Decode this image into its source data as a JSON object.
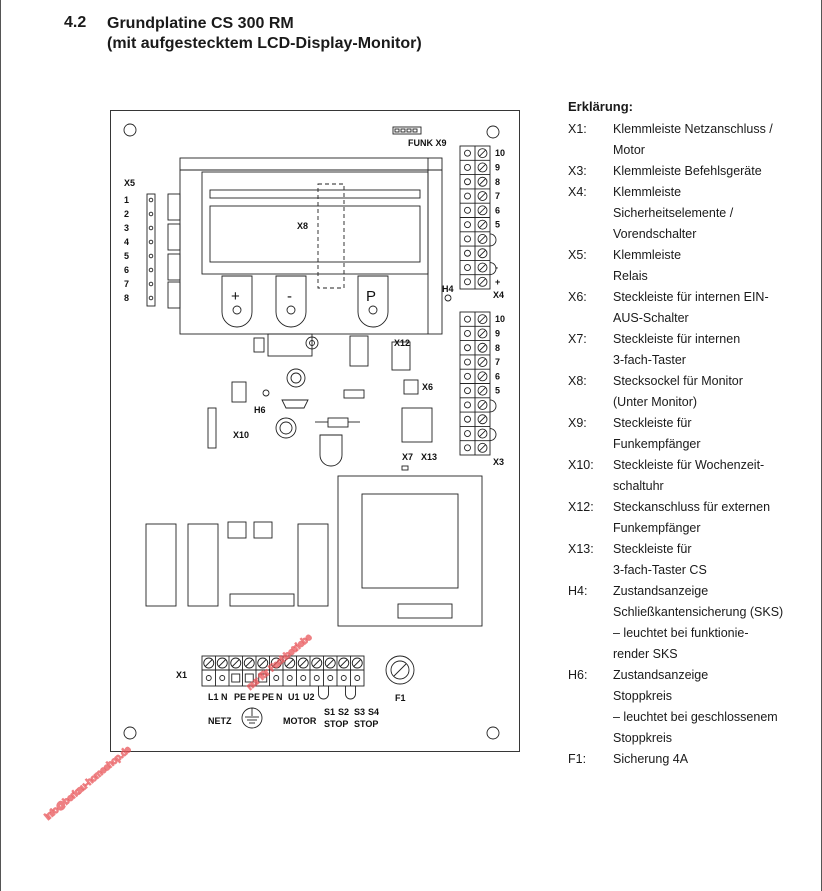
{
  "section": {
    "number": "4.2",
    "title_line1": "Grundplatine CS 300 RM",
    "title_line2": "(mit aufgestecktem LCD-Display-Monitor)"
  },
  "board": {
    "labels": {
      "x1": "X1",
      "x3": "X3",
      "x4": "X4",
      "x5": "X5",
      "x6": "X6",
      "x7": "X7",
      "x8": "X8",
      "x9": "FUNK X9",
      "x10": "X10",
      "x12": "X12",
      "x13": "X13",
      "h4": "H4",
      "h6": "H6",
      "f1": "F1",
      "netz": "NETZ",
      "motor": "MOTOR",
      "stop_s1s2": "STOP",
      "stop_s3s4": "STOP"
    },
    "buttons": {
      "plus": "+",
      "minus": "-",
      "p": "P"
    },
    "x5_pins": [
      "1",
      "2",
      "3",
      "4",
      "5",
      "6",
      "7",
      "8"
    ],
    "x4_pins": [
      "10",
      "9",
      "8",
      "7",
      "6",
      "5",
      "",
      "",
      "-",
      "+"
    ],
    "x3_pins": [
      "10",
      "9",
      "8",
      "7",
      "6",
      "5",
      "",
      "",
      "",
      ""
    ],
    "x1_terminals": [
      "L1",
      "N",
      "PE",
      "PE",
      "PE",
      "N",
      "U1",
      "U2"
    ],
    "stop_terminals": [
      "S1",
      "S2",
      "S3",
      "S4"
    ]
  },
  "legend": {
    "heading": "Erklärung:",
    "items": [
      {
        "key": "X1:",
        "lines": [
          "Klemmleiste Netzanschluss /",
          "Motor"
        ]
      },
      {
        "key": "X3:",
        "lines": [
          "Klemmleiste Befehlsgeräte"
        ]
      },
      {
        "key": "X4:",
        "lines": [
          "Klemmleiste",
          "Sicherheitselemente /",
          "Vorendschalter"
        ]
      },
      {
        "key": "X5:",
        "lines": [
          "Klemmleiste",
          "Relais"
        ]
      },
      {
        "key": "X6:",
        "lines": [
          "Steckleiste für internen EIN-",
          "AUS-Schalter"
        ]
      },
      {
        "key": "X7:",
        "lines": [
          "Steckleiste für internen",
          "3-fach-Taster"
        ]
      },
      {
        "key": "X8:",
        "lines": [
          "Stecksockel für Monitor",
          "(Unter Monitor)"
        ]
      },
      {
        "key": "X9:",
        "lines": [
          "Steckleiste für",
          "Funkempfänger"
        ]
      },
      {
        "key": "X10:",
        "lines": [
          "Steckleiste für Wochenzeit-",
          "schaltuhr"
        ]
      },
      {
        "key": "X12:",
        "lines": [
          "Steckanschluss für externen",
          "Funkempfänger"
        ]
      },
      {
        "key": "X13:",
        "lines": [
          "Steckleiste für",
          "3-fach-Taster CS"
        ]
      },
      {
        "key": "H4:",
        "lines": [
          "Zustandsanzeige",
          "Schließkantensicherung (SKS)",
          "– leuchtet bei funktionie-",
          "render SKS"
        ]
      },
      {
        "key": "H6:",
        "lines": [
          "Zustandsanzeige",
          "Stoppkreis",
          "– leuchtet bei geschlossenem",
          "Stoppkreis"
        ]
      },
      {
        "key": "F1:",
        "lines": [
          "Sicherung 4A"
        ]
      }
    ]
  },
  "watermark": {
    "line1": "info@berkau-homeshop.de",
    "line2": "nur für Fachbetriebe"
  }
}
